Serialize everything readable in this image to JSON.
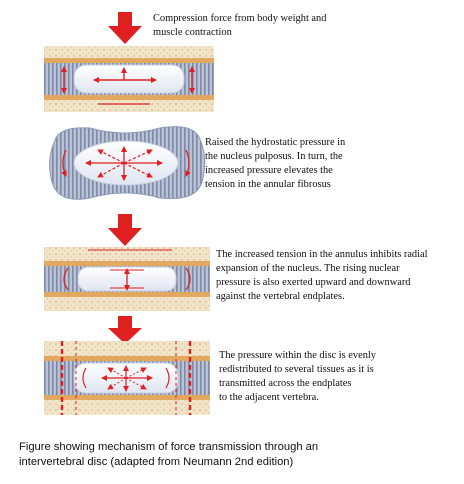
{
  "steps": [
    {
      "text": "Compression force from body weight and\nmuscle contraction"
    },
    {
      "text": "Raised the hydrostatic pressure in\nthe nucleus pulposus. In turn, the\nincreased pressure elevates the\ntension in the annular fibrosus"
    },
    {
      "text": "The increased tension in the annulus inhibits radial\nexpansion of the nucleus. The rising nuclear\npressure is also exerted upward and downward\nagainst the vertebral endplates."
    },
    {
      "text": "The pressure within the disc is evenly\nredistributed to several tissues as it is\ntransmitted across the endplates\nto the adjacent vertebra."
    }
  ],
  "caption": "Figure showing mechanism of force transmission through an\nintervertebral disc (adapted from Neumann 2nd edition)",
  "colors": {
    "arrow": "#e02020",
    "bone": "#efe0c4",
    "endplate": "#e2a860",
    "annulus": "#9aa6c0",
    "nucleus": "#eef2fa"
  }
}
